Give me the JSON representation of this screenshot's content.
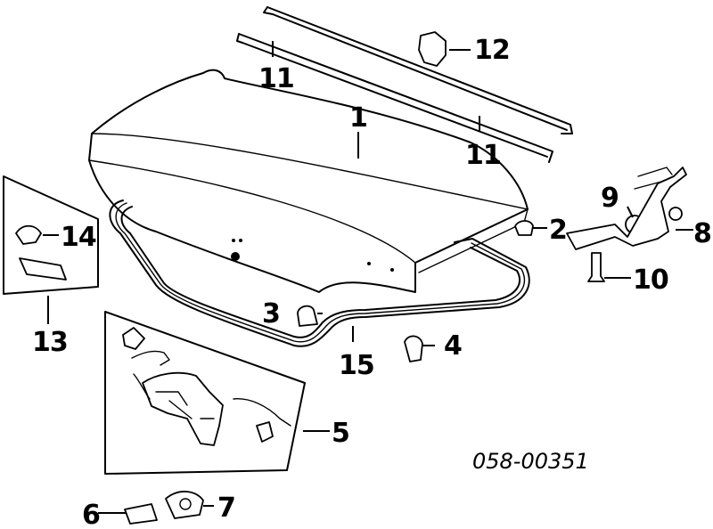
{
  "reference_code": "058-00351",
  "callouts": {
    "c1": "1",
    "c2": "2",
    "c3": "3",
    "c4": "4",
    "c5": "5",
    "c6": "6",
    "c7": "7",
    "c8": "8",
    "c9": "9",
    "c10": "10",
    "c11a": "11",
    "c11b": "11",
    "c12": "12",
    "c13": "13",
    "c14": "14",
    "c15": "15"
  }
}
